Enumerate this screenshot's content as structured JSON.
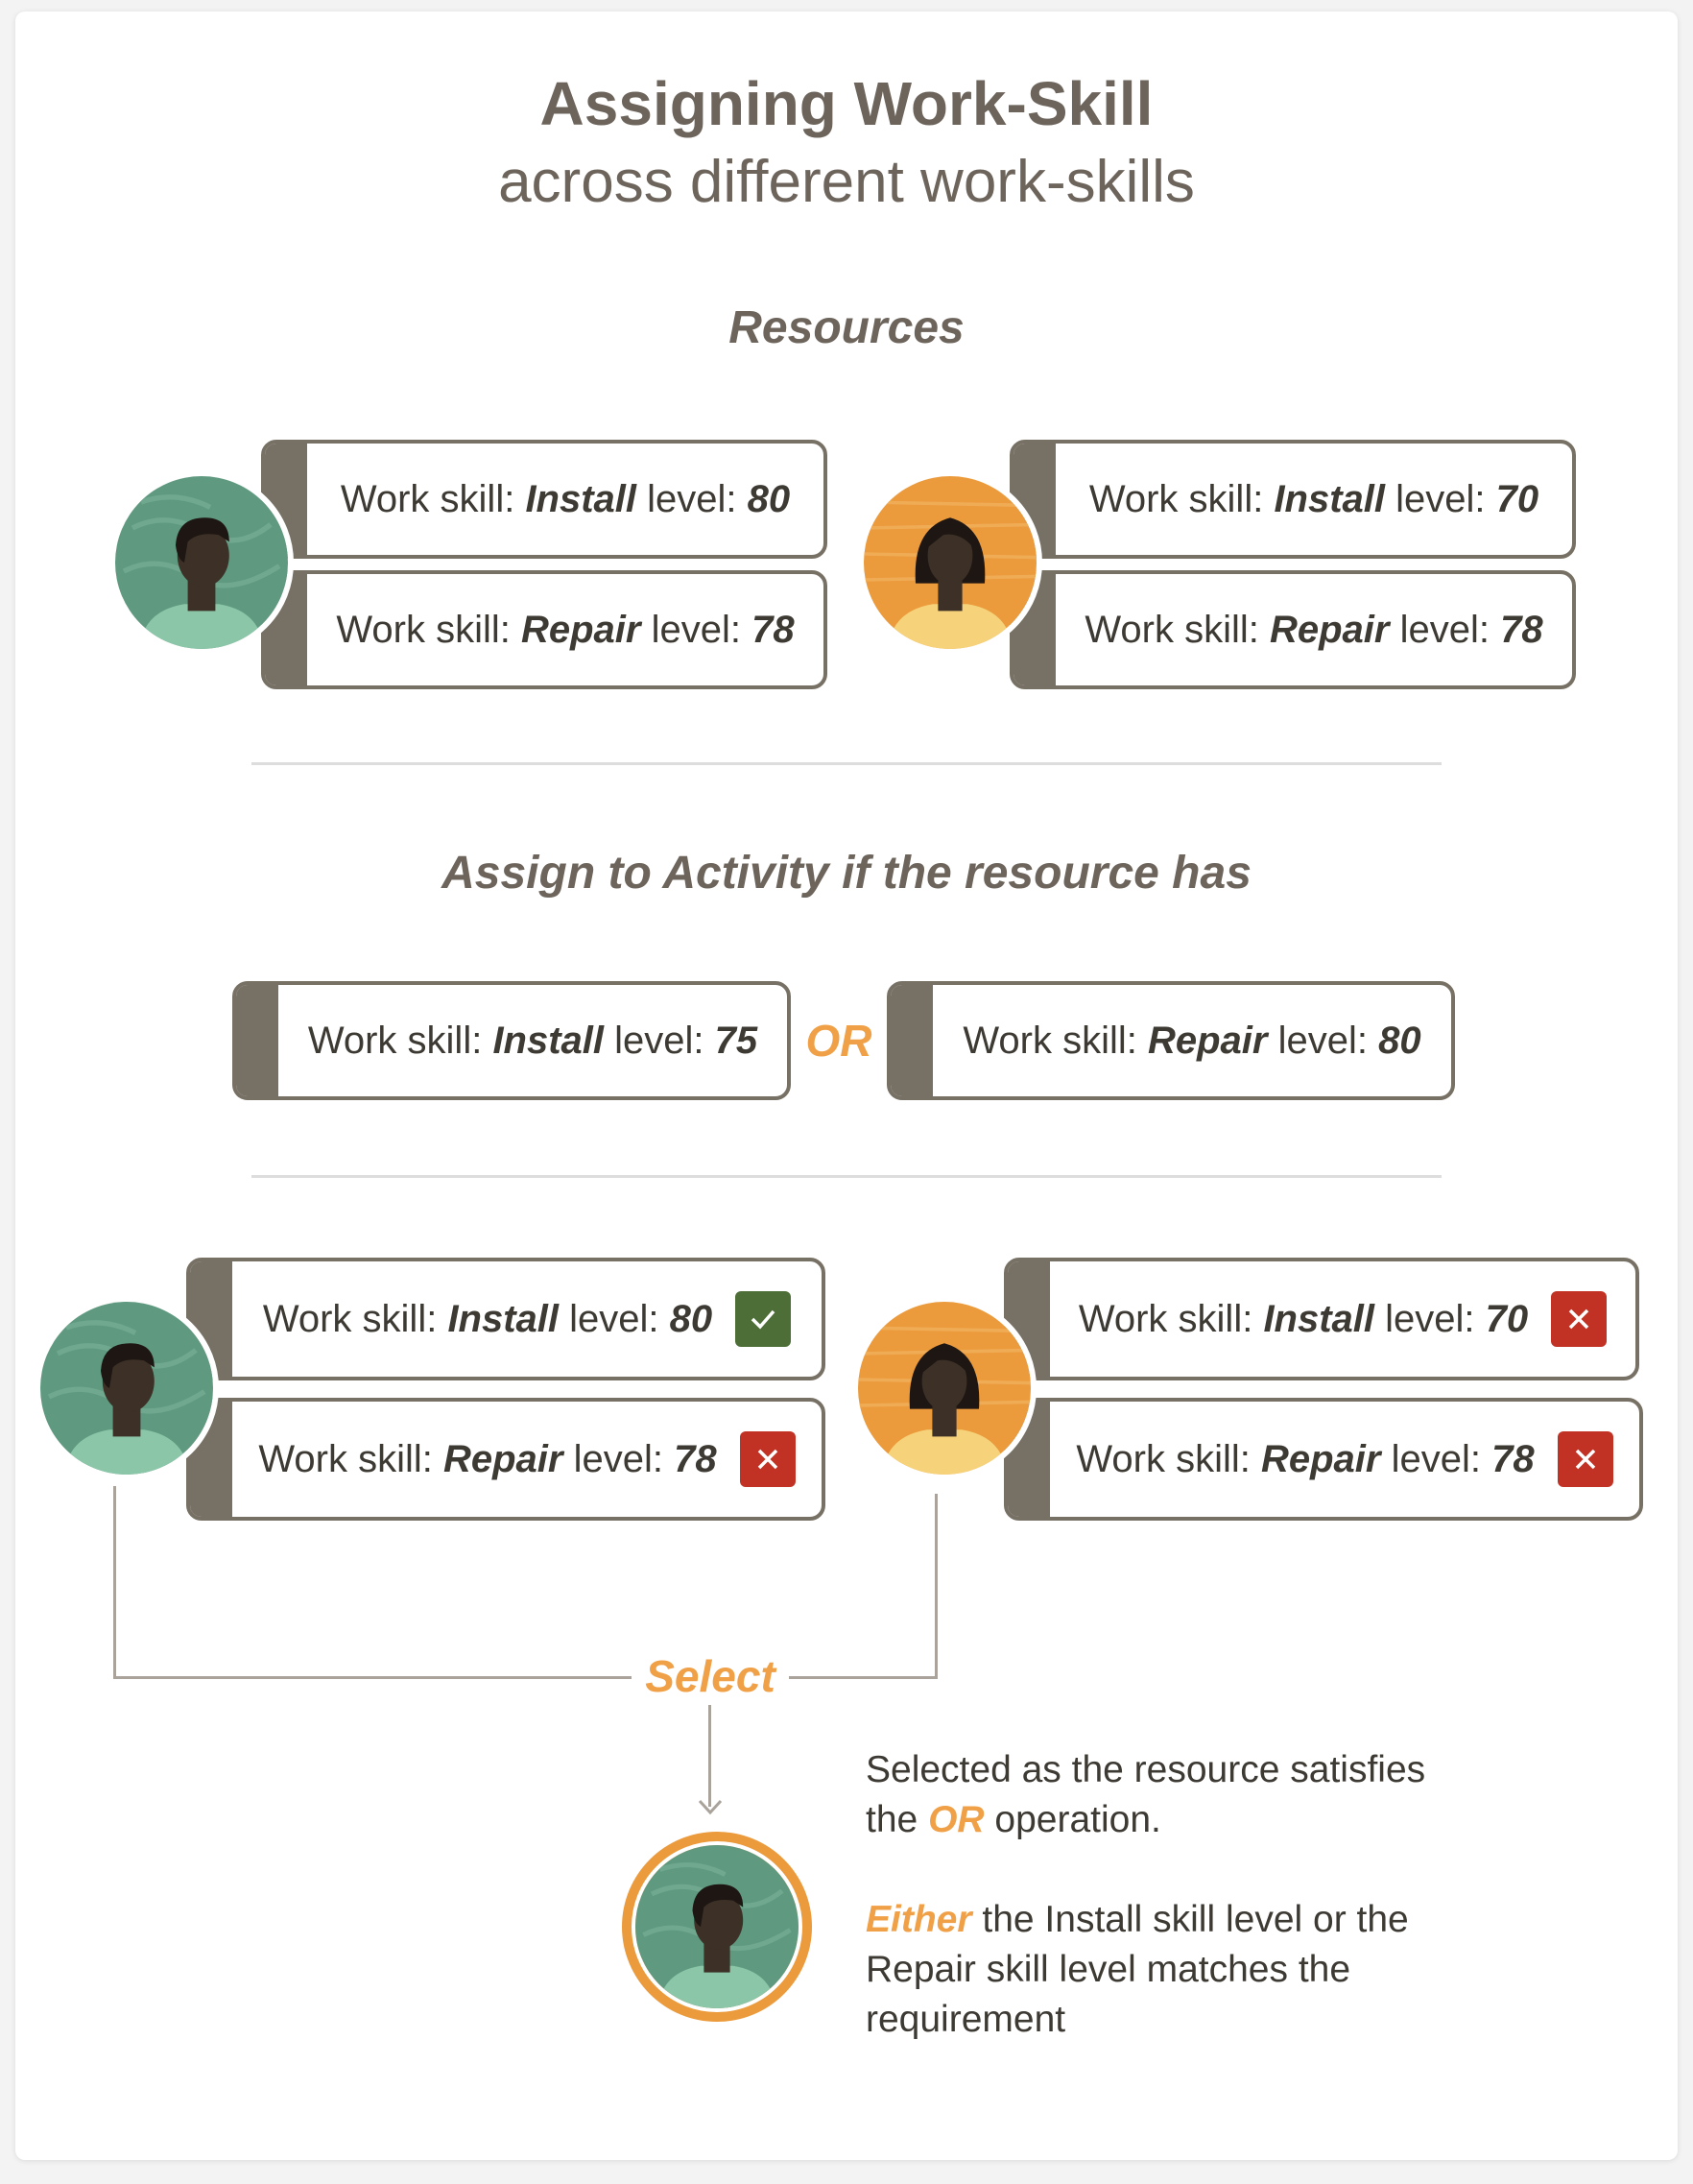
{
  "title": "Assigning Work-Skill",
  "subtitle": "across different work-skills",
  "resources_heading": "Resources",
  "assign_heading": "Assign to Activity if the resource has",
  "skill_prefix": "Work skill:",
  "level_word": "level:",
  "resources": [
    {
      "avatar": "man-avatar",
      "skills": [
        {
          "name": "Install",
          "level": "80"
        },
        {
          "name": "Repair",
          "level": "78"
        }
      ]
    },
    {
      "avatar": "woman-avatar",
      "skills": [
        {
          "name": "Install",
          "level": "70"
        },
        {
          "name": "Repair",
          "level": "78"
        }
      ]
    }
  ],
  "requirements": [
    {
      "name": "Install",
      "level": "75"
    },
    {
      "name": "Repair",
      "level": "80"
    }
  ],
  "operator": "OR",
  "evaluation": [
    {
      "avatar": "man-avatar",
      "skills": [
        {
          "name": "Install",
          "level": "80",
          "match": "check-icon"
        },
        {
          "name": "Repair",
          "level": "78",
          "match": "cross-icon"
        }
      ]
    },
    {
      "avatar": "woman-avatar",
      "skills": [
        {
          "name": "Install",
          "level": "70",
          "match": "cross-icon"
        },
        {
          "name": "Repair",
          "level": "78",
          "match": "cross-icon"
        }
      ]
    }
  ],
  "select_label": "Select",
  "explanation": {
    "line1_a": "Selected as the resource satisfies",
    "line1_b": "the",
    "line1_or": "OR",
    "line1_c": "operation.",
    "line2_either": "Either",
    "line2_rest": "the Install skill level or the Repair skill level matches the requirement"
  },
  "colors": {
    "accent": "#f0a046",
    "tab": "#777064",
    "match": "#4d6e37",
    "nomatch": "#c23224",
    "man_bg": "#5f9a80",
    "woman_bg": "#eb9a3c"
  }
}
